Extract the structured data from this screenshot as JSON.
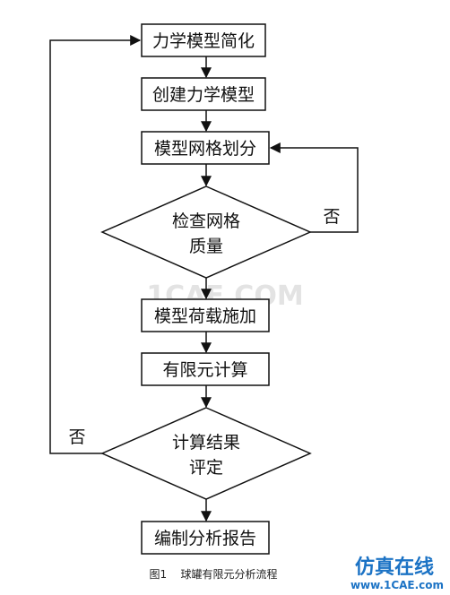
{
  "flowchart": {
    "steps": {
      "simplify": "力学模型简化",
      "create": "创建力学模型",
      "mesh": "模型网格划分",
      "check_line1": "检查网格",
      "check_line2": "质量",
      "load": "模型荷载施加",
      "compute": "有限元计算",
      "eval_line1": "计算结果",
      "eval_line2": "评定",
      "report": "编制分析报告"
    },
    "branch_labels": {
      "mesh_no": "否",
      "result_no": "否"
    }
  },
  "caption": "图1    球罐有限元分析流程",
  "watermark": {
    "center": "1CAE.COM",
    "brand": "仿真在线",
    "url": "www.1CAE.com"
  }
}
